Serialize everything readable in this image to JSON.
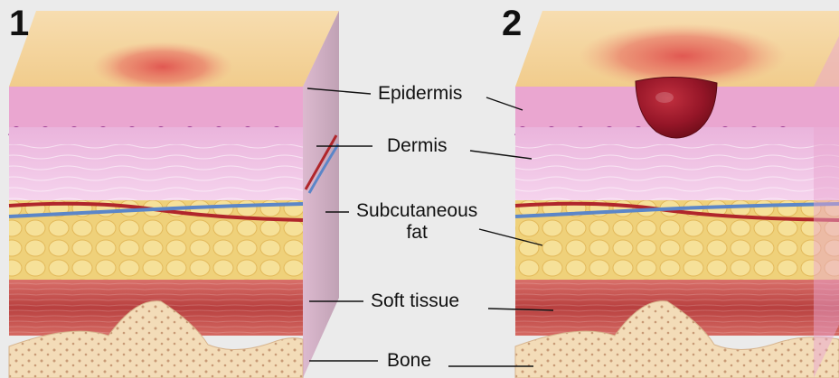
{
  "panels": [
    {
      "number": "1"
    },
    {
      "number": "2"
    }
  ],
  "labels": {
    "epidermis": "Epidermis",
    "dermis": "Dermis",
    "subcutaneous_line1": "Subcutaneous",
    "subcutaneous_line2": "fat",
    "soft_tissue": "Soft tissue",
    "bone": "Bone"
  },
  "colors": {
    "background": "#ebebeb",
    "epidermis_top": "#f4d49c",
    "dermis": "#f1c6e6",
    "epidermis_band": "#e9a6cf",
    "fat": "#f0d078",
    "muscle": "#c9504e",
    "bone": "#f2d7b2",
    "wound_redness": "#e0524e",
    "blister": "#8f1222",
    "artery": "#b0262b",
    "vein": "#5b86c8"
  }
}
